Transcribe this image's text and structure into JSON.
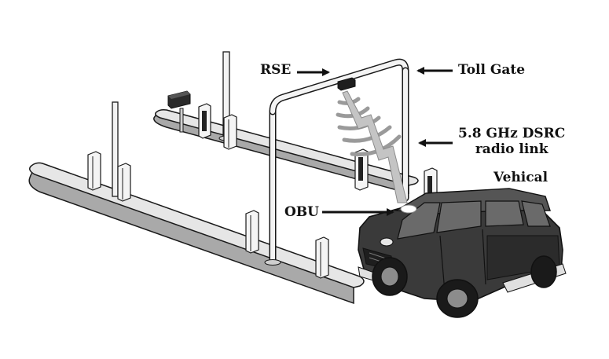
{
  "labels": {
    "rse": "RSE",
    "toll_gate": "Toll Gate",
    "dsrc_line1": "5.8 GHz DSRC",
    "dsrc_line2": "radio link",
    "vehicle": "Vehical",
    "obu": "OBU"
  },
  "colors": {
    "island_fill": "#e4e4e4",
    "island_side": "#a9a9a9",
    "outline": "#1a1a1a",
    "car_body": "#3a3a3a",
    "car_dark": "#1e1e1e",
    "signal": "#9a9a9a"
  }
}
